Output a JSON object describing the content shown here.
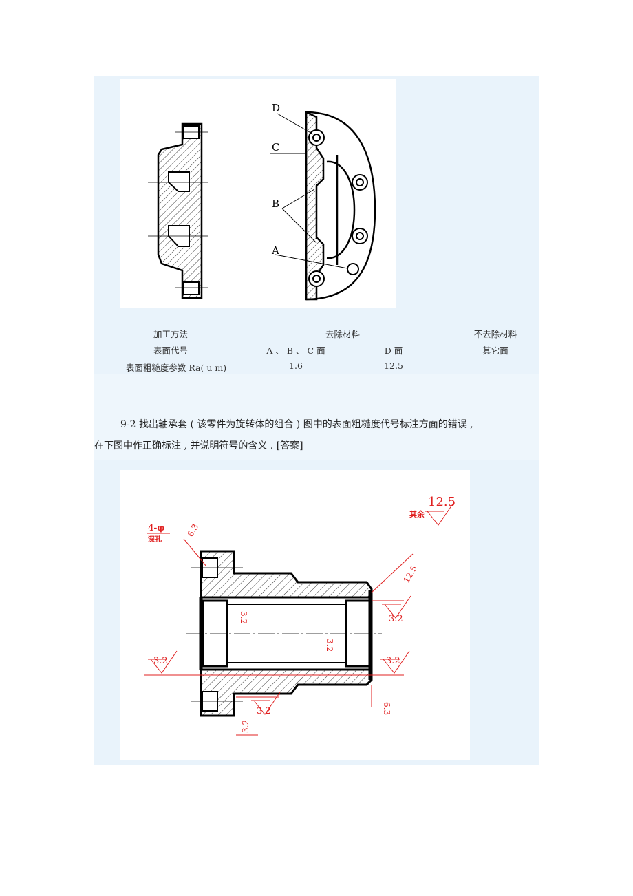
{
  "figure1": {
    "labels": {
      "D": "D",
      "C": "C",
      "B": "B",
      "A": "A"
    }
  },
  "table": {
    "rows": [
      [
        "加工方法",
        "去除材料",
        "",
        "不去除材料"
      ],
      [
        "表面代号",
        "A 、 B 、 C 面",
        "D 面",
        "其它面"
      ],
      [
        "表面粗糙度参数 Ra( u m)",
        "1.6",
        "12.5",
        ""
      ]
    ]
  },
  "question": {
    "line1": "9-2 找出轴承套 ( 该零件为旋转体的组合 ) 图中的表面粗糙度代号标注方面的错误 ,",
    "line2": "在下图中作正确标注 , 并说明符号的含义 .",
    "answer_link": "[答案]"
  },
  "figure2": {
    "rest_label": "其余",
    "rest_value": "12.5",
    "hole_note_line1": "4-φ",
    "hole_note_line2": "深孔",
    "values": {
      "hole": "6.3",
      "chamfer_top_right": "12.5",
      "right_top": "3.2",
      "inner_top": "3.2",
      "inner_right": "3.2",
      "left_middle": "3.2",
      "right_middle": "3.2",
      "bottom_center": "3.2",
      "bottom_right": "6.3",
      "bottom_left": "3.2"
    },
    "colors": {
      "annotation": "#e02020",
      "outline": "#000000",
      "hatch": "#000000"
    }
  }
}
